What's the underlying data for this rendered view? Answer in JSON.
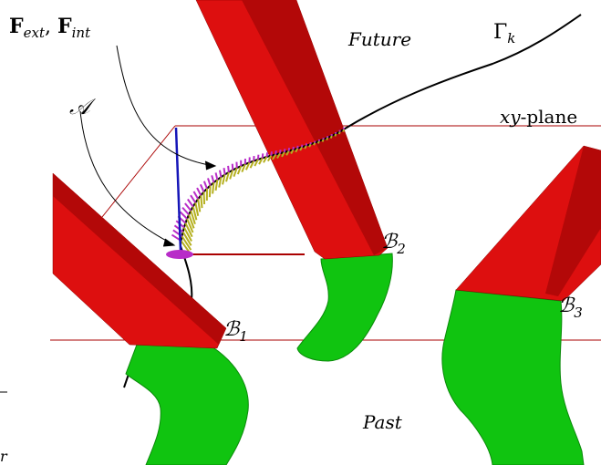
{
  "labels": {
    "forces": "F",
    "forces_ext_sub": "ext",
    "forces_sep": ", ",
    "forces_int_sub": "int",
    "curve": "Γ",
    "curve_sub": "k",
    "future": "Future",
    "past": "Past",
    "plane_var": "xy",
    "plane_word": "-plane",
    "contact": "𝒜",
    "body": "ℬ",
    "body1_sub": "1",
    "body2_sub": "2",
    "body3_sub": "3",
    "margin_char": "r"
  },
  "colors": {
    "red_face": "#dd0f0f",
    "red_dark": "#b30808",
    "red_edge": "#8a0000",
    "green": "#10c410",
    "green_dark": "#0a8a0a",
    "yellow_hatch": "#b5b021",
    "magenta_hatch": "#b82cc8",
    "blue_axis": "#1515b8",
    "plane_line": "#aa0000"
  }
}
